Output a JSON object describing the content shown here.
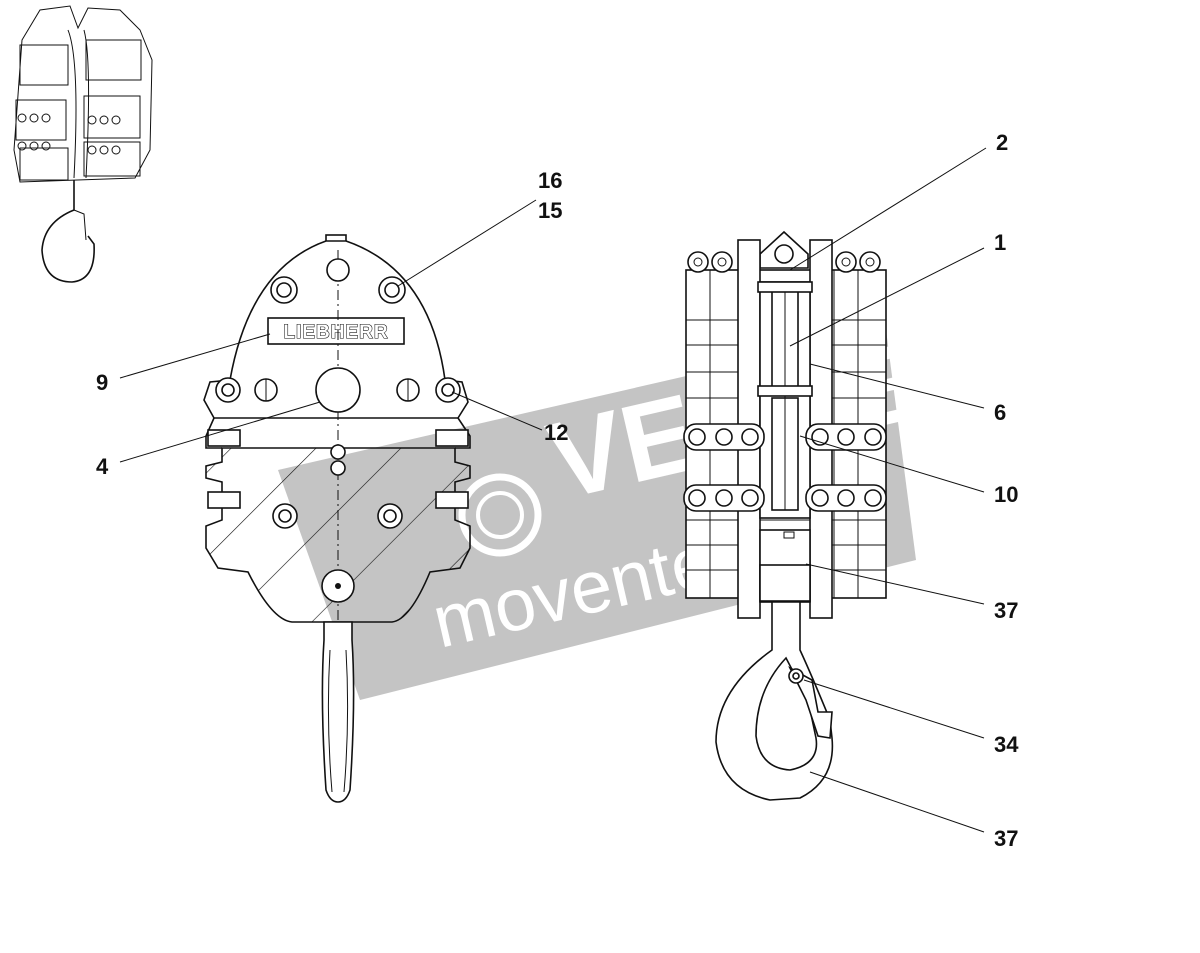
{
  "logo": {
    "text": "LIEBHERR"
  },
  "watermark": {
    "brand": "VENTE",
    "site": "movente"
  },
  "callouts": {
    "c16": "16",
    "c15": "15",
    "c9": "9",
    "c12": "12",
    "c4": "4",
    "c2": "2",
    "c1": "1",
    "c6": "6",
    "c10": "10",
    "c37a": "37",
    "c34": "34",
    "c37b": "37"
  }
}
